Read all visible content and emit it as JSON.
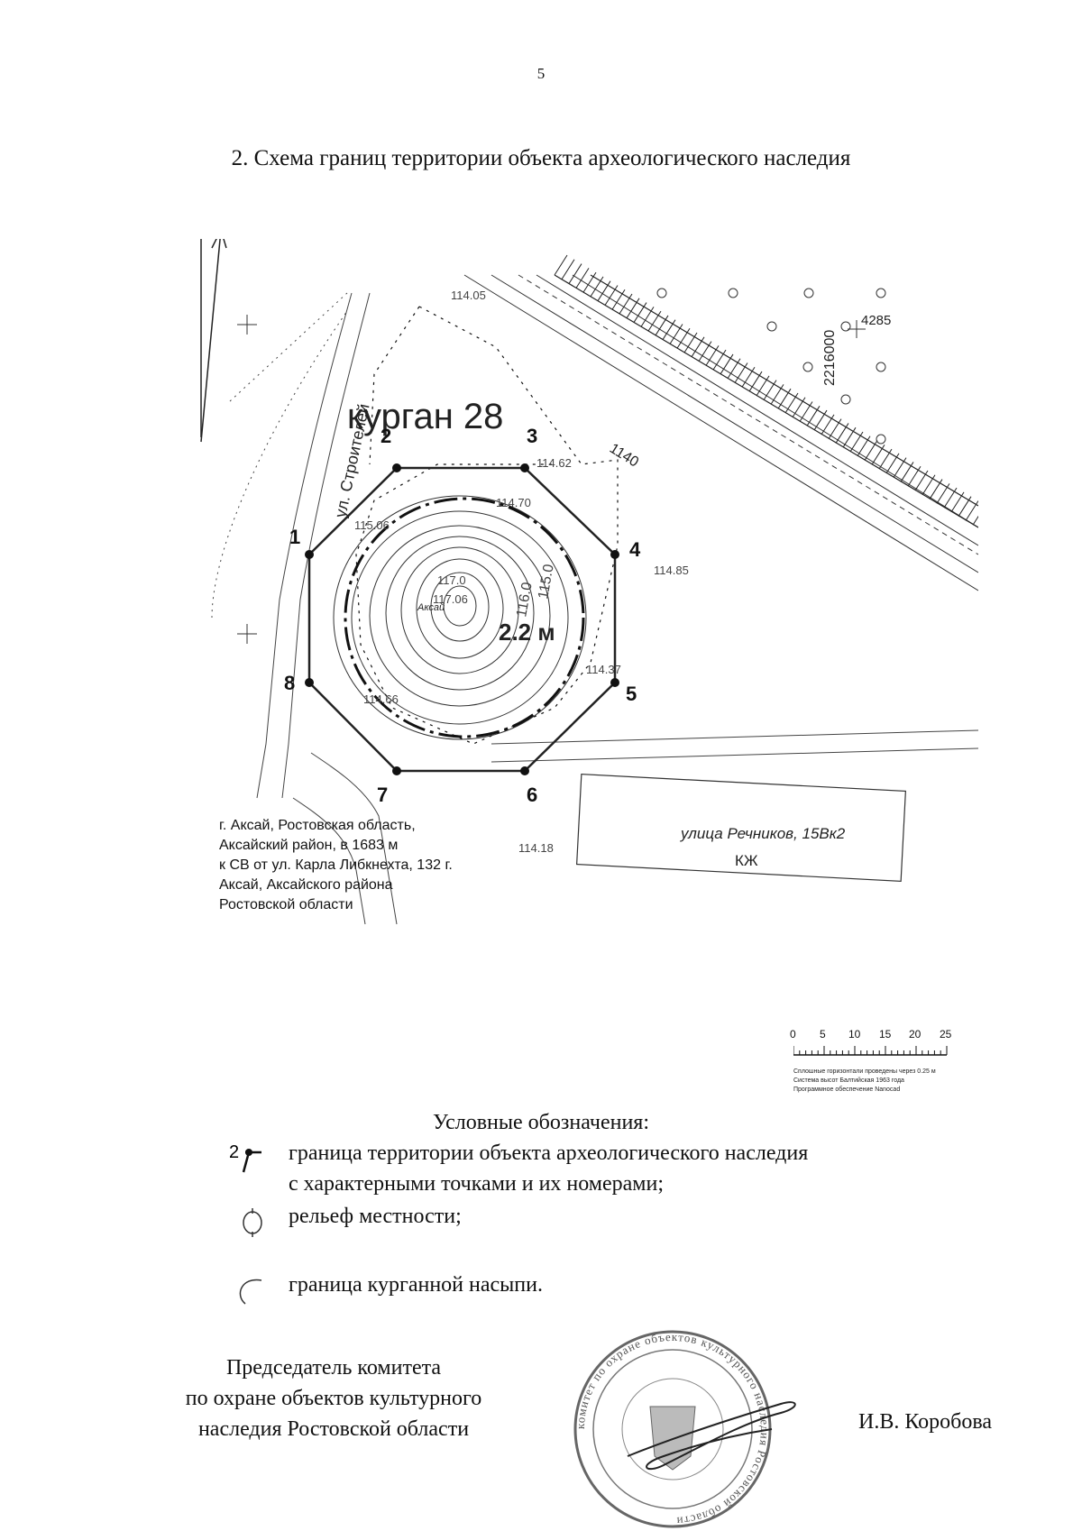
{
  "page": {
    "number": "5",
    "heading": "2. Схема границ территории объекта археологического наследия"
  },
  "map": {
    "object_label": "курган 28",
    "street_label": "ул. Строителей",
    "street_label_2": "улица Речников, 15Вк2",
    "zone_label": "КЖ",
    "height_label": "2.2 м",
    "point_label": "Аксай",
    "coordinate_label": "2216000",
    "grid_label": "4285",
    "contour_label": "1140",
    "elevations": [
      "114.05",
      "114.62",
      "114.70",
      "115.06",
      "117.0",
      "117.06",
      "116.0",
      "115.0",
      "114.85",
      "114.37",
      "114.66",
      "114.18"
    ],
    "boundary_points": [
      "1",
      "2",
      "3",
      "4",
      "5",
      "6",
      "7",
      "8"
    ],
    "location_text": [
      "г. Аксай, Ростовская область,",
      "Аксайский район, в 1683 м",
      "к СВ от ул. Карла Либкнехта, 132 г.",
      "Аксай, Аксайского района",
      "Ростовской области"
    ]
  },
  "scale": {
    "ticks": [
      "0",
      "5",
      "10",
      "15",
      "20",
      "25"
    ],
    "notes": [
      "Сплошные горизонтали проведены через 0.25 м",
      "Система высот Балтийская 1963 года",
      "Программное обеспечение Nanocad"
    ]
  },
  "legend": {
    "title": "Условные обозначения:",
    "items": [
      {
        "symbol_label": "2",
        "text": "граница территории объекта археологического наследия"
      },
      {
        "symbol_label": "",
        "text": "с характерными точками и их номерами;"
      },
      {
        "symbol_label": "",
        "text": "рельеф местности;"
      },
      {
        "symbol_label": "",
        "text": "граница курганной насыпи."
      }
    ]
  },
  "signature": {
    "position_lines": [
      "Председатель комитета",
      "по охране объектов культурного",
      "наследия Ростовской области"
    ],
    "name": "И.В. Коробова",
    "seal_text": "комитет по охране объектов культурного наследия Ростовской области"
  }
}
